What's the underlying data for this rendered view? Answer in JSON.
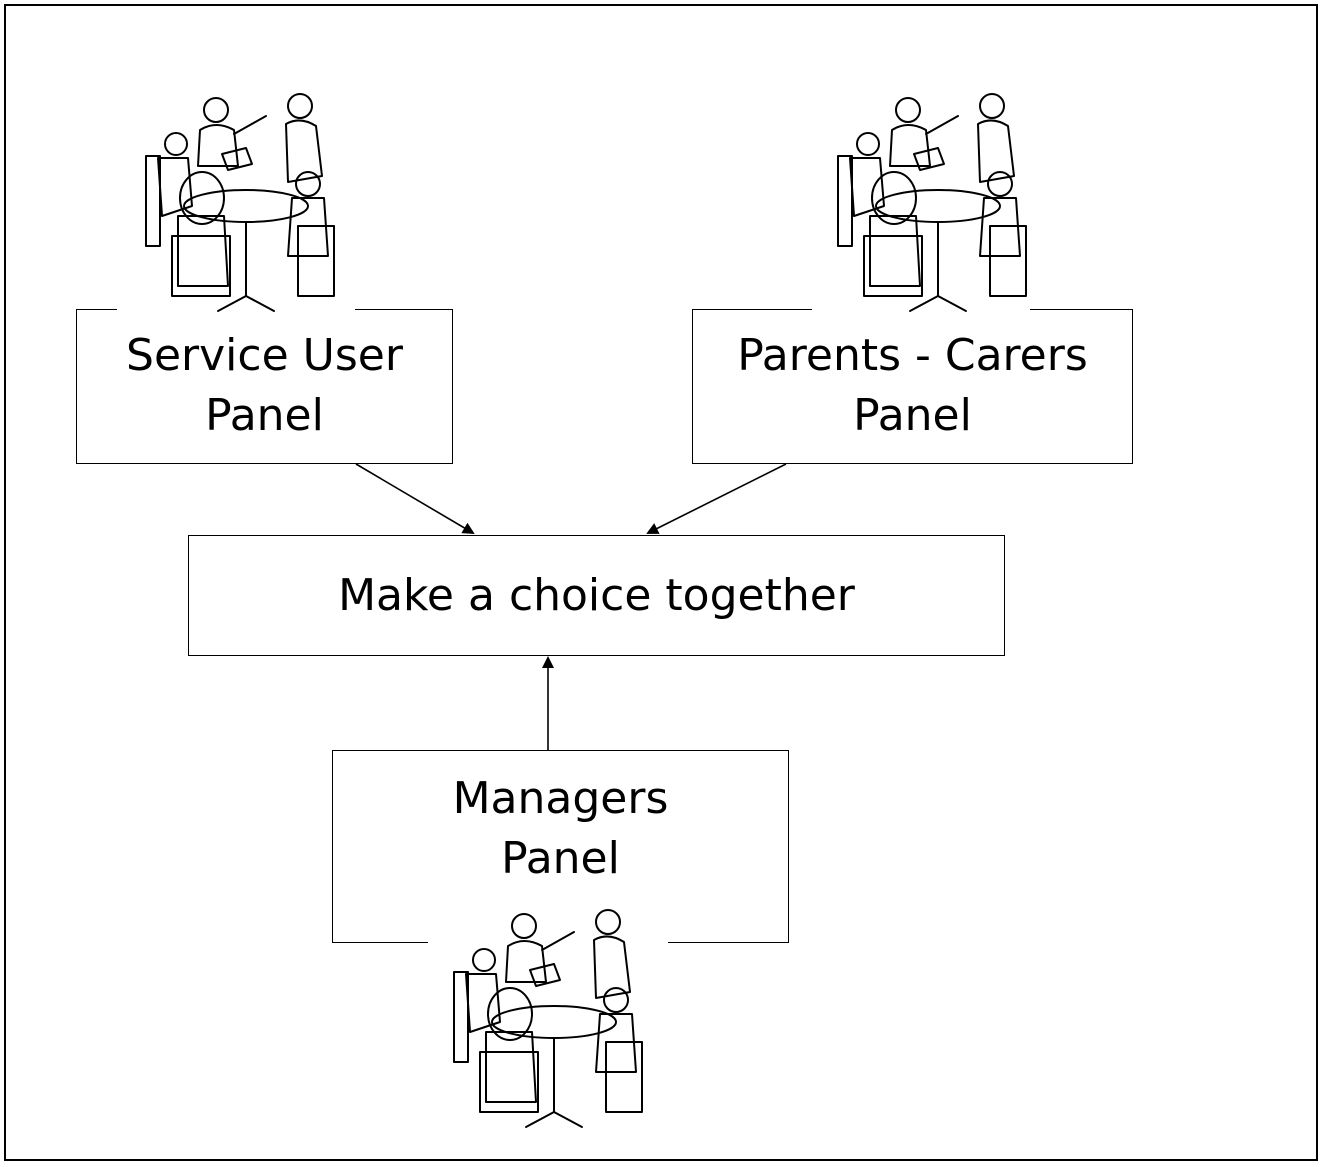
{
  "panels": {
    "service_user": {
      "line1": "Service User",
      "line2": "Panel"
    },
    "parents_carers": {
      "line1": "Parents - Carers",
      "line2": "Panel"
    },
    "managers": {
      "line1": "Managers",
      "line2": "Panel"
    }
  },
  "center": {
    "label": "Make a choice together"
  },
  "icons": {
    "meeting": "meeting-people-icon"
  }
}
